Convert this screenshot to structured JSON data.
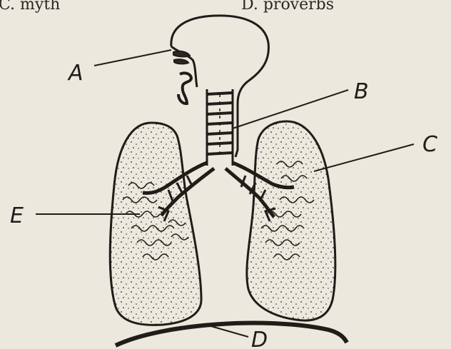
{
  "header": {
    "left_text": "C. myth",
    "right_text": "D. proverbs"
  },
  "diagram": {
    "labels": {
      "a": "A",
      "b": "B",
      "c": "C",
      "d": "D",
      "e": "E"
    }
  },
  "colors": {
    "ink": "#1f1c19",
    "paper": "#ece8dd",
    "lung_fill": "#ddd8cc"
  }
}
